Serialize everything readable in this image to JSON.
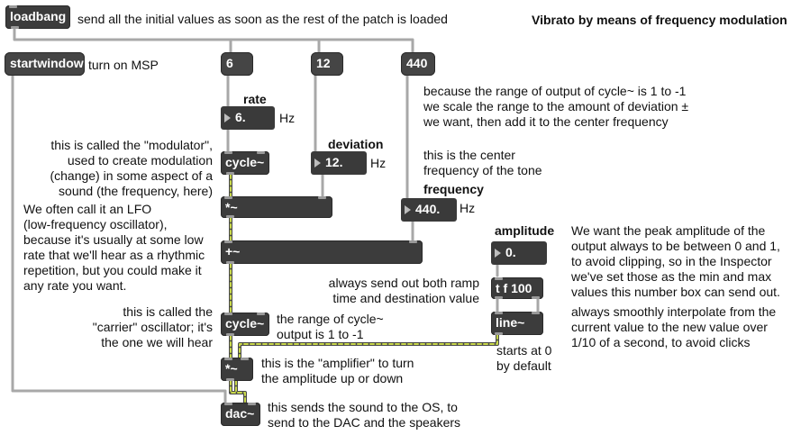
{
  "title": "Vibrato by means of frequency modulation",
  "objects": {
    "loadbang": "loadbang",
    "startwindow": "startwindow",
    "msg_6": "6",
    "msg_12": "12",
    "msg_440": "440",
    "cycle_mod": "cycle~",
    "mul_dev": "*~",
    "plus": "+~",
    "cycle_carrier": "cycle~",
    "mul_amp": "*~",
    "dac": "dac~",
    "tf": "t f 100",
    "line": "line~"
  },
  "numboxes": {
    "rate": "6.",
    "deviation": "12.",
    "frequency": "440.",
    "amplitude": "0."
  },
  "labels": {
    "loadbang_comment": "send all the initial values as soon as the rest of the patch is loaded",
    "turn_on": "turn on MSP",
    "rate": "rate",
    "deviation": "deviation",
    "frequency": "frequency",
    "amplitude": "amplitude",
    "hz": "Hz",
    "range_comment": [
      "because the range of output of cycle~ is 1 to -1",
      "we scale the range to the amount of deviation ±",
      "we want, then add it to the center frequency"
    ],
    "center_comment": [
      "this is the center",
      "frequency of the tone"
    ],
    "modulator_comment": [
      "this is called the \"modulator\",",
      "used to create modulation",
      "(change) in some aspect of a",
      "sound (the frequency, here)"
    ],
    "lfo_comment": [
      "We often call it an LFO",
      "(low-frequency oscillator),",
      "because it's usually at some low",
      "rate that we'll hear as a rhythmic",
      "repetition, but you could make it",
      "any rate you want."
    ],
    "ramp_comment": [
      "always send out both ramp",
      "time and destination value"
    ],
    "peak_comment": [
      "We want the peak amplitude of the",
      "output always to be between 0 and 1,",
      "to avoid clipping, so in the Inspector",
      "we've set those as the min and max",
      "values this number box can send out."
    ],
    "interp_comment": [
      "always smoothly interpolate from the",
      "current value to the new value over",
      "1/10 of a second, to avoid clicks"
    ],
    "carrier_comment": [
      "this is called the",
      "\"carrier\" oscillator; it's",
      "the one we will hear"
    ],
    "cycle_range_comment": [
      "the range of cycle~",
      "output is 1 to -1"
    ],
    "starts_comment": [
      "starts at 0",
      "by default"
    ],
    "amplifier_comment": [
      "this is the \"amplifier\" to turn",
      "the amplitude up or down"
    ],
    "dac_comment": [
      "this sends the sound to the OS, to",
      "send to the DAC and the speakers"
    ]
  },
  "colors": {
    "object": "#3c3c3c",
    "cord_control": "#a8a8a8",
    "cord_signal_dark": "#4a4a4a",
    "cord_signal_light": "#c8d84a"
  }
}
